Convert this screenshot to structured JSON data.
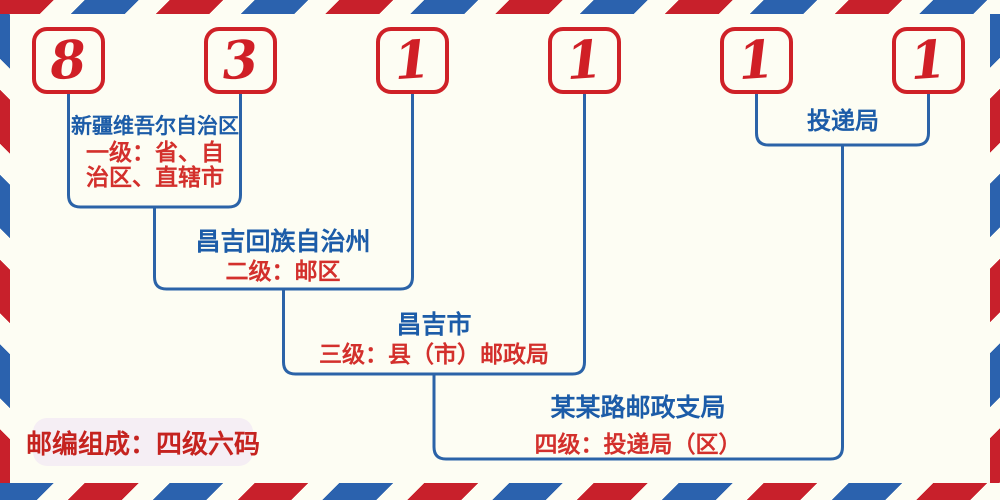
{
  "diagram": {
    "title_hint": "Chinese postal code structure diagram",
    "postal_code_digits": [
      "8",
      "3",
      "1",
      "1",
      "1",
      "1"
    ],
    "levels": [
      {
        "name": "新疆维吾尔自治区",
        "desc_lines": [
          "一级：省、自",
          "治区、直辖市"
        ]
      },
      {
        "name": "昌吉回族自治州",
        "desc_lines": [
          "二级：邮区"
        ]
      },
      {
        "name": "昌吉市",
        "desc_lines": [
          "三级：县（市）邮政局"
        ]
      },
      {
        "name": "某某路邮政支局",
        "desc_lines": [
          "四级：投递局（区）"
        ]
      },
      {
        "name": "投递局",
        "desc_lines": []
      }
    ],
    "footer_label": "邮编组成：四级六码",
    "colors": {
      "stripe_red": "#c8202b",
      "stripe_blue": "#2b62ae",
      "box_red": "#cf2127",
      "digit_red": "#d01f26",
      "line_blue": "#2b63a8",
      "text_blue": "#1c5ca8",
      "text_red": "#d3302c",
      "background": "#fdfdf3",
      "footer_bg": "#f5eef4"
    }
  }
}
